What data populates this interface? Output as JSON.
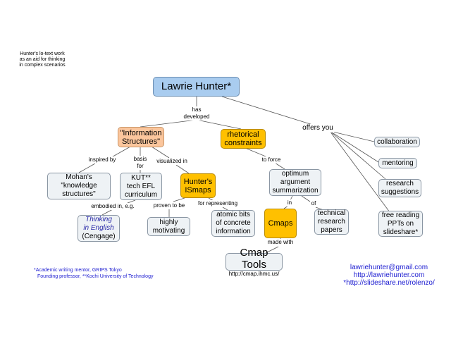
{
  "note": {
    "line1": "Hunter's lo-text work",
    "line2": "as an aid for thinking",
    "line3": "in complex scenarios"
  },
  "nodes": {
    "root": "Lawrie Hunter*",
    "info_structures": [
      "\"Information",
      "Structures\""
    ],
    "rhetorical": [
      "rhetorical",
      "constraints"
    ],
    "mohan": [
      "Mohan's",
      "\"knowledge",
      "structures\""
    ],
    "kut": [
      "KUT**",
      "tech EFL",
      "curriculum"
    ],
    "ismaps": [
      "Hunter's",
      "ISmaps"
    ],
    "optimum": [
      "optimum",
      "argument",
      "summarization"
    ],
    "thinking": [
      "Thinking",
      "in English",
      "(Cengage)"
    ],
    "motivating": [
      "highly",
      "motivating"
    ],
    "atomic": [
      "atomic bits",
      "of concrete",
      "information"
    ],
    "cmaps": "Cmaps",
    "technical": [
      "technical",
      "research",
      "papers"
    ],
    "cmap_tools": "Cmap Tools",
    "cmap_tools_url": "http://cmap.ihmc.us/",
    "collaboration": "collaboration",
    "mentoring": "mentoring",
    "research": [
      "research",
      "suggestions"
    ],
    "free": [
      "free reading",
      "PPTs on",
      "slideshare*"
    ]
  },
  "links": {
    "has_developed": [
      "has",
      "developed"
    ],
    "offers_you": "offers you",
    "inspired_by": "inspired by",
    "basis_for": [
      "basis",
      "for"
    ],
    "visualized_in": "visualized in",
    "to_force": "to force",
    "embodied_in": "embodied in, e.g.",
    "proven_to_be": "proven to be",
    "for_representing": "for representing",
    "in": "in",
    "of": "of",
    "made_with": "made with"
  },
  "footnotes": {
    "line1": "*Academic writing mentor, GRIPS Tokyo",
    "line2": "Founding professor, **Kochi University of Technology"
  },
  "contact": {
    "email": "lawriehunter@gmail.com",
    "site": "http://lawriehunter.com",
    "slideshare": "*http://slideshare.net/rolenzo/"
  },
  "colors": {
    "root_fill": "#a9ccef",
    "orange_fill": "#fbc69d",
    "gold_fill": "#ffc000",
    "node_fill": "#eef2f5",
    "link_text": "#1a1ad0"
  }
}
